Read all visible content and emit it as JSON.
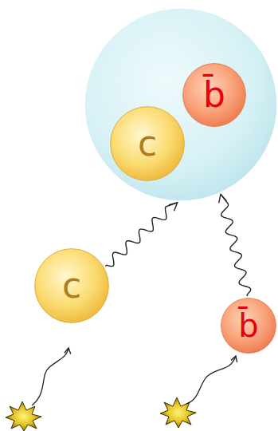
{
  "diagram": {
    "nodes": [
      {
        "text": []
      },
      {
        "text": [
          "c"
        ],
        "in": 0
      },
      {
        "text": [
          "b̄"
        ],
        "in": 0
      },
      {
        "text": [
          "c"
        ]
      },
      {
        "text": [
          "b̄"
        ]
      }
    ],
    "edges": [
      {
        "from": 3,
        "to": 0,
        "arrow": "to"
      },
      {
        "from": 4,
        "to": 0,
        "arrow": "to"
      }
    ]
  }
}
